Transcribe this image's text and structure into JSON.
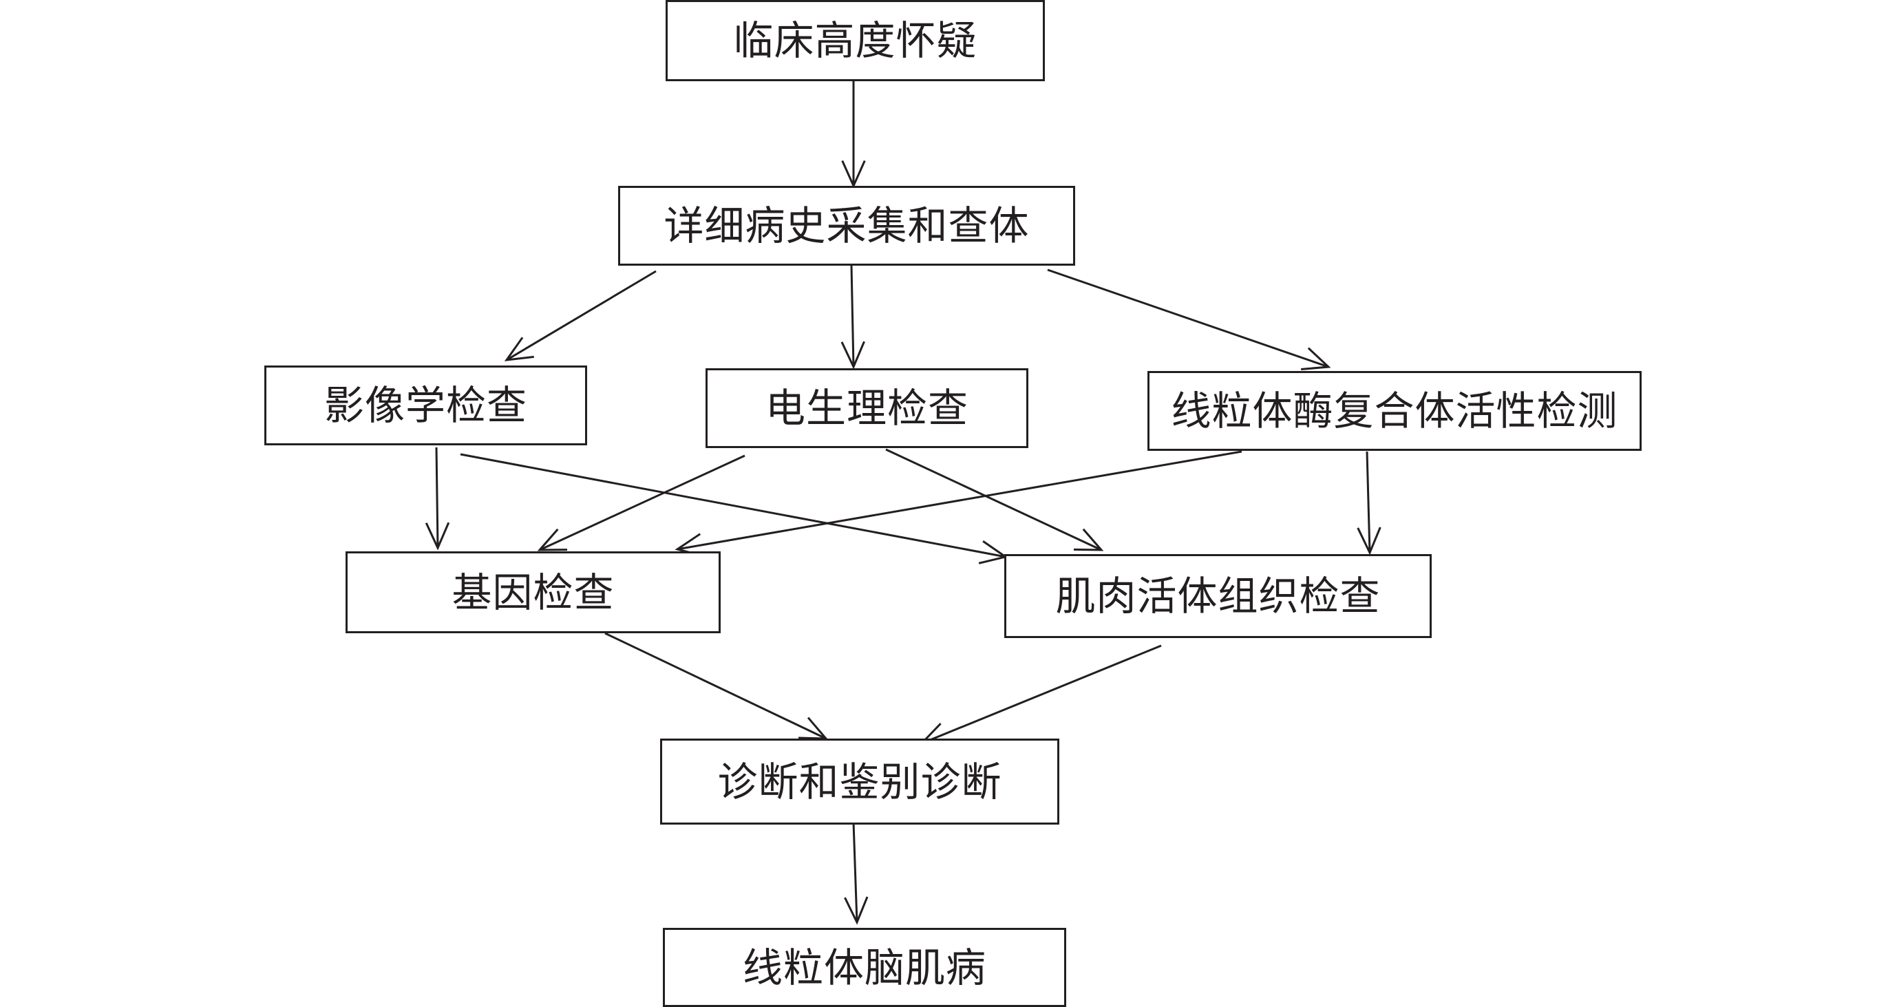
{
  "nodes": [
    {
      "id": "n1",
      "label": "临床高度怀疑"
    },
    {
      "id": "n2",
      "label": "详细病史采集和查体"
    },
    {
      "id": "n3",
      "label": "影像学检查"
    },
    {
      "id": "n4",
      "label": "电生理检查"
    },
    {
      "id": "n5",
      "label": "线粒体酶复合体活性检测"
    },
    {
      "id": "n6",
      "label": "基因检查"
    },
    {
      "id": "n7",
      "label": "肌肉活体组织检查"
    },
    {
      "id": "n8",
      "label": "诊断和鉴别诊断"
    },
    {
      "id": "n9",
      "label": "线粒体脑肌病"
    }
  ],
  "edges": [
    {
      "from": "n1",
      "to": "n2"
    },
    {
      "from": "n2",
      "to": "n3"
    },
    {
      "from": "n2",
      "to": "n4"
    },
    {
      "from": "n2",
      "to": "n5"
    },
    {
      "from": "n3",
      "to": "n6"
    },
    {
      "from": "n3",
      "to": "n7"
    },
    {
      "from": "n4",
      "to": "n6"
    },
    {
      "from": "n4",
      "to": "n7"
    },
    {
      "from": "n5",
      "to": "n6"
    },
    {
      "from": "n5",
      "to": "n7"
    },
    {
      "from": "n6",
      "to": "n8"
    },
    {
      "from": "n7",
      "to": "n8"
    },
    {
      "from": "n8",
      "to": "n9"
    }
  ],
  "colors": {
    "stroke": "#231f20",
    "background": "#ffffff"
  }
}
